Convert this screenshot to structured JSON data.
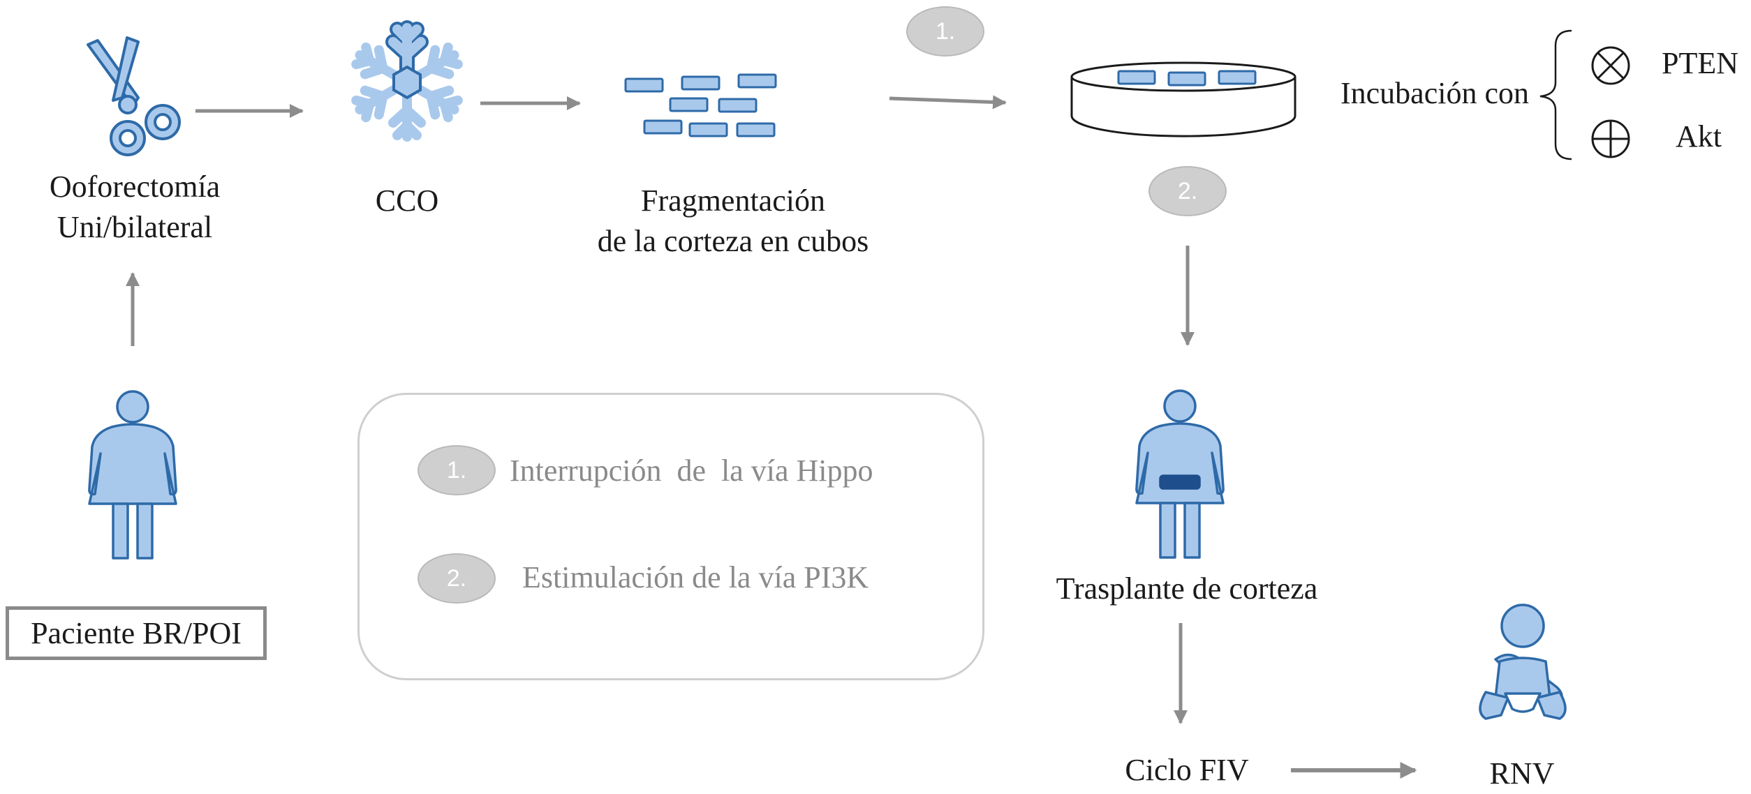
{
  "steps": {
    "patient": "Paciente BR/POI",
    "oophorectomy_line1": "Ooforectomía",
    "oophorectomy_line2": "Uni/bilateral",
    "cco": "CCO",
    "fragmentation_line1": "Fragmentación",
    "fragmentation_line2": "de la corteza en cubos",
    "incubation": "Incubación con",
    "transplant": "Trasplante de corteza",
    "ivf": "Ciclo FIV",
    "rnv": "RNV"
  },
  "incubation_targets": [
    {
      "symbol": "inhibit",
      "icon": "circle-times-icon",
      "label": "PTEN"
    },
    {
      "symbol": "activate",
      "icon": "circle-plus-icon",
      "label": "Akt"
    }
  ],
  "badges": {
    "one": "1.",
    "two": "2."
  },
  "legend": [
    {
      "num": "1.",
      "text": "Interrupción  de  la vía Hippo"
    },
    {
      "num": "2.",
      "text": "Estimulación de la vía PI3K"
    }
  ],
  "colors": {
    "figure_fill": "#a9c9ec",
    "figure_stroke": "#2e6aa8",
    "implant_band": "#1f4e8c",
    "arrow": "#8c8c8c",
    "badge_fill": "#cfcfcf",
    "legend_text": "#8a8a8a"
  }
}
